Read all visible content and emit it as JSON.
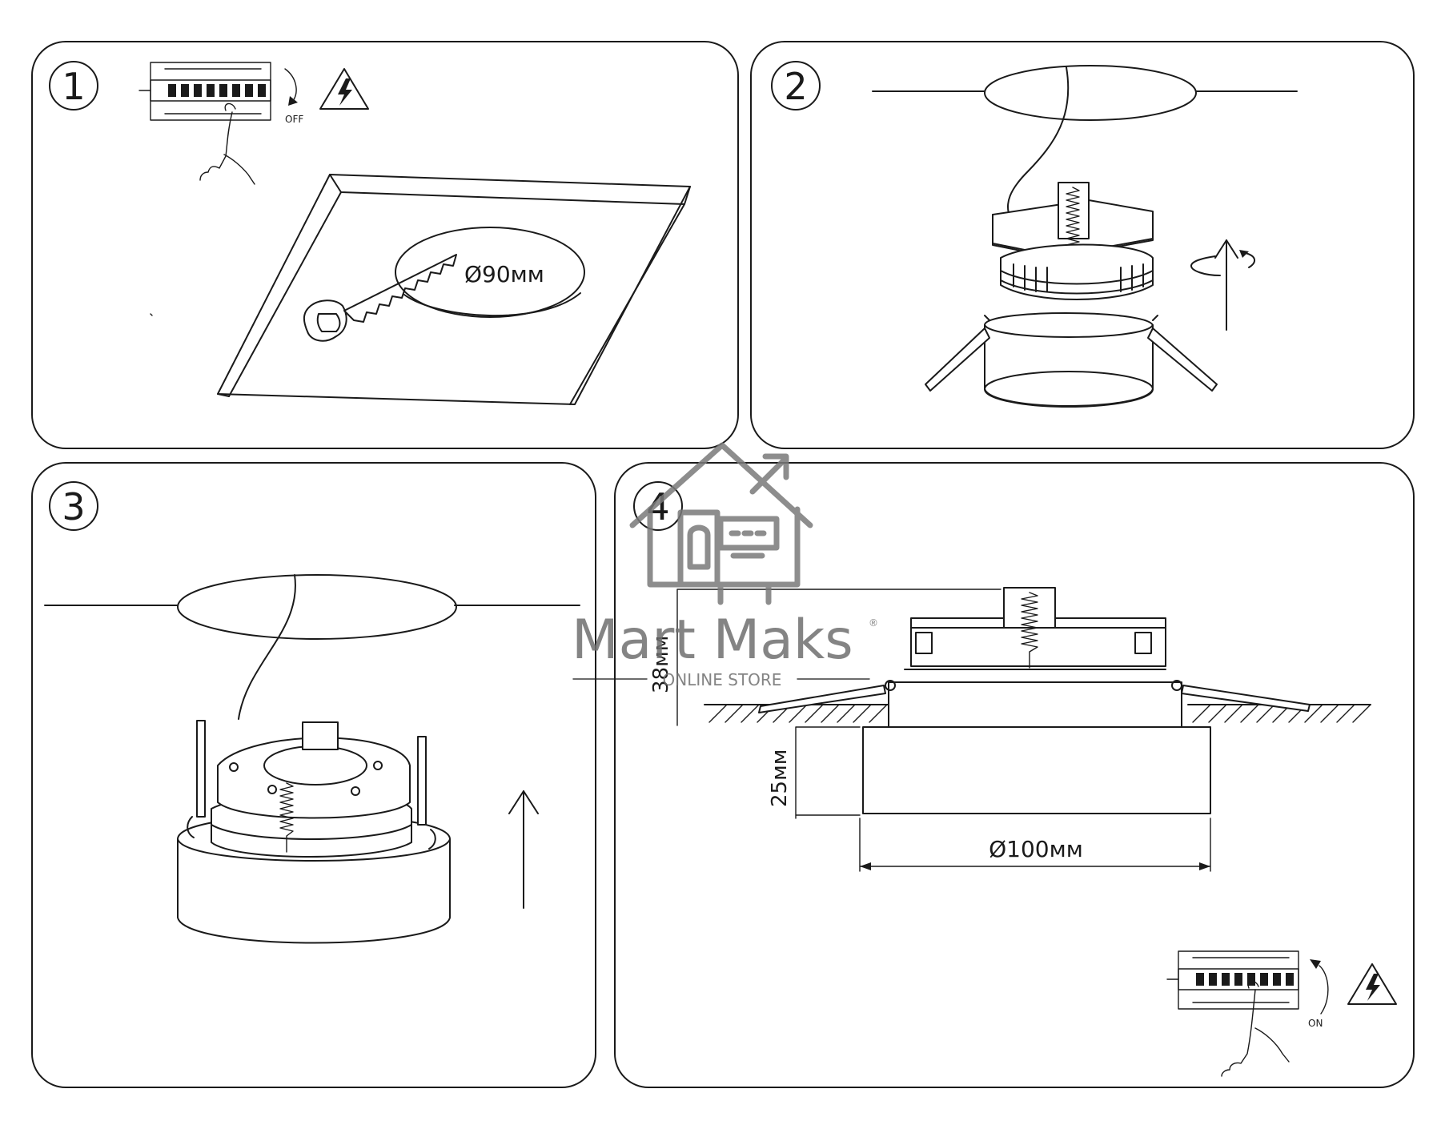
{
  "steps": [
    {
      "number": "1",
      "switch_label": "OFF",
      "hole_label": "Ø90мм"
    },
    {
      "number": "2"
    },
    {
      "number": "3"
    },
    {
      "number": "4",
      "height_label": "38мм",
      "depth_label": "25мм",
      "diameter_label": "Ø100мм",
      "switch_label": "ON"
    }
  ],
  "watermark": {
    "brand": "Mart Maks",
    "registered": "®",
    "tagline": "ONLINE STORE"
  },
  "icons": [
    "circuit-breaker-icon",
    "high-voltage-warning-icon",
    "hand-icon",
    "saw-icon",
    "rotate-arrow-icon",
    "up-arrow-icon",
    "spring-clip-icon"
  ],
  "colors": {
    "line": "#1a1a1a",
    "watermark": "#7a7a7a",
    "background": "#ffffff"
  }
}
